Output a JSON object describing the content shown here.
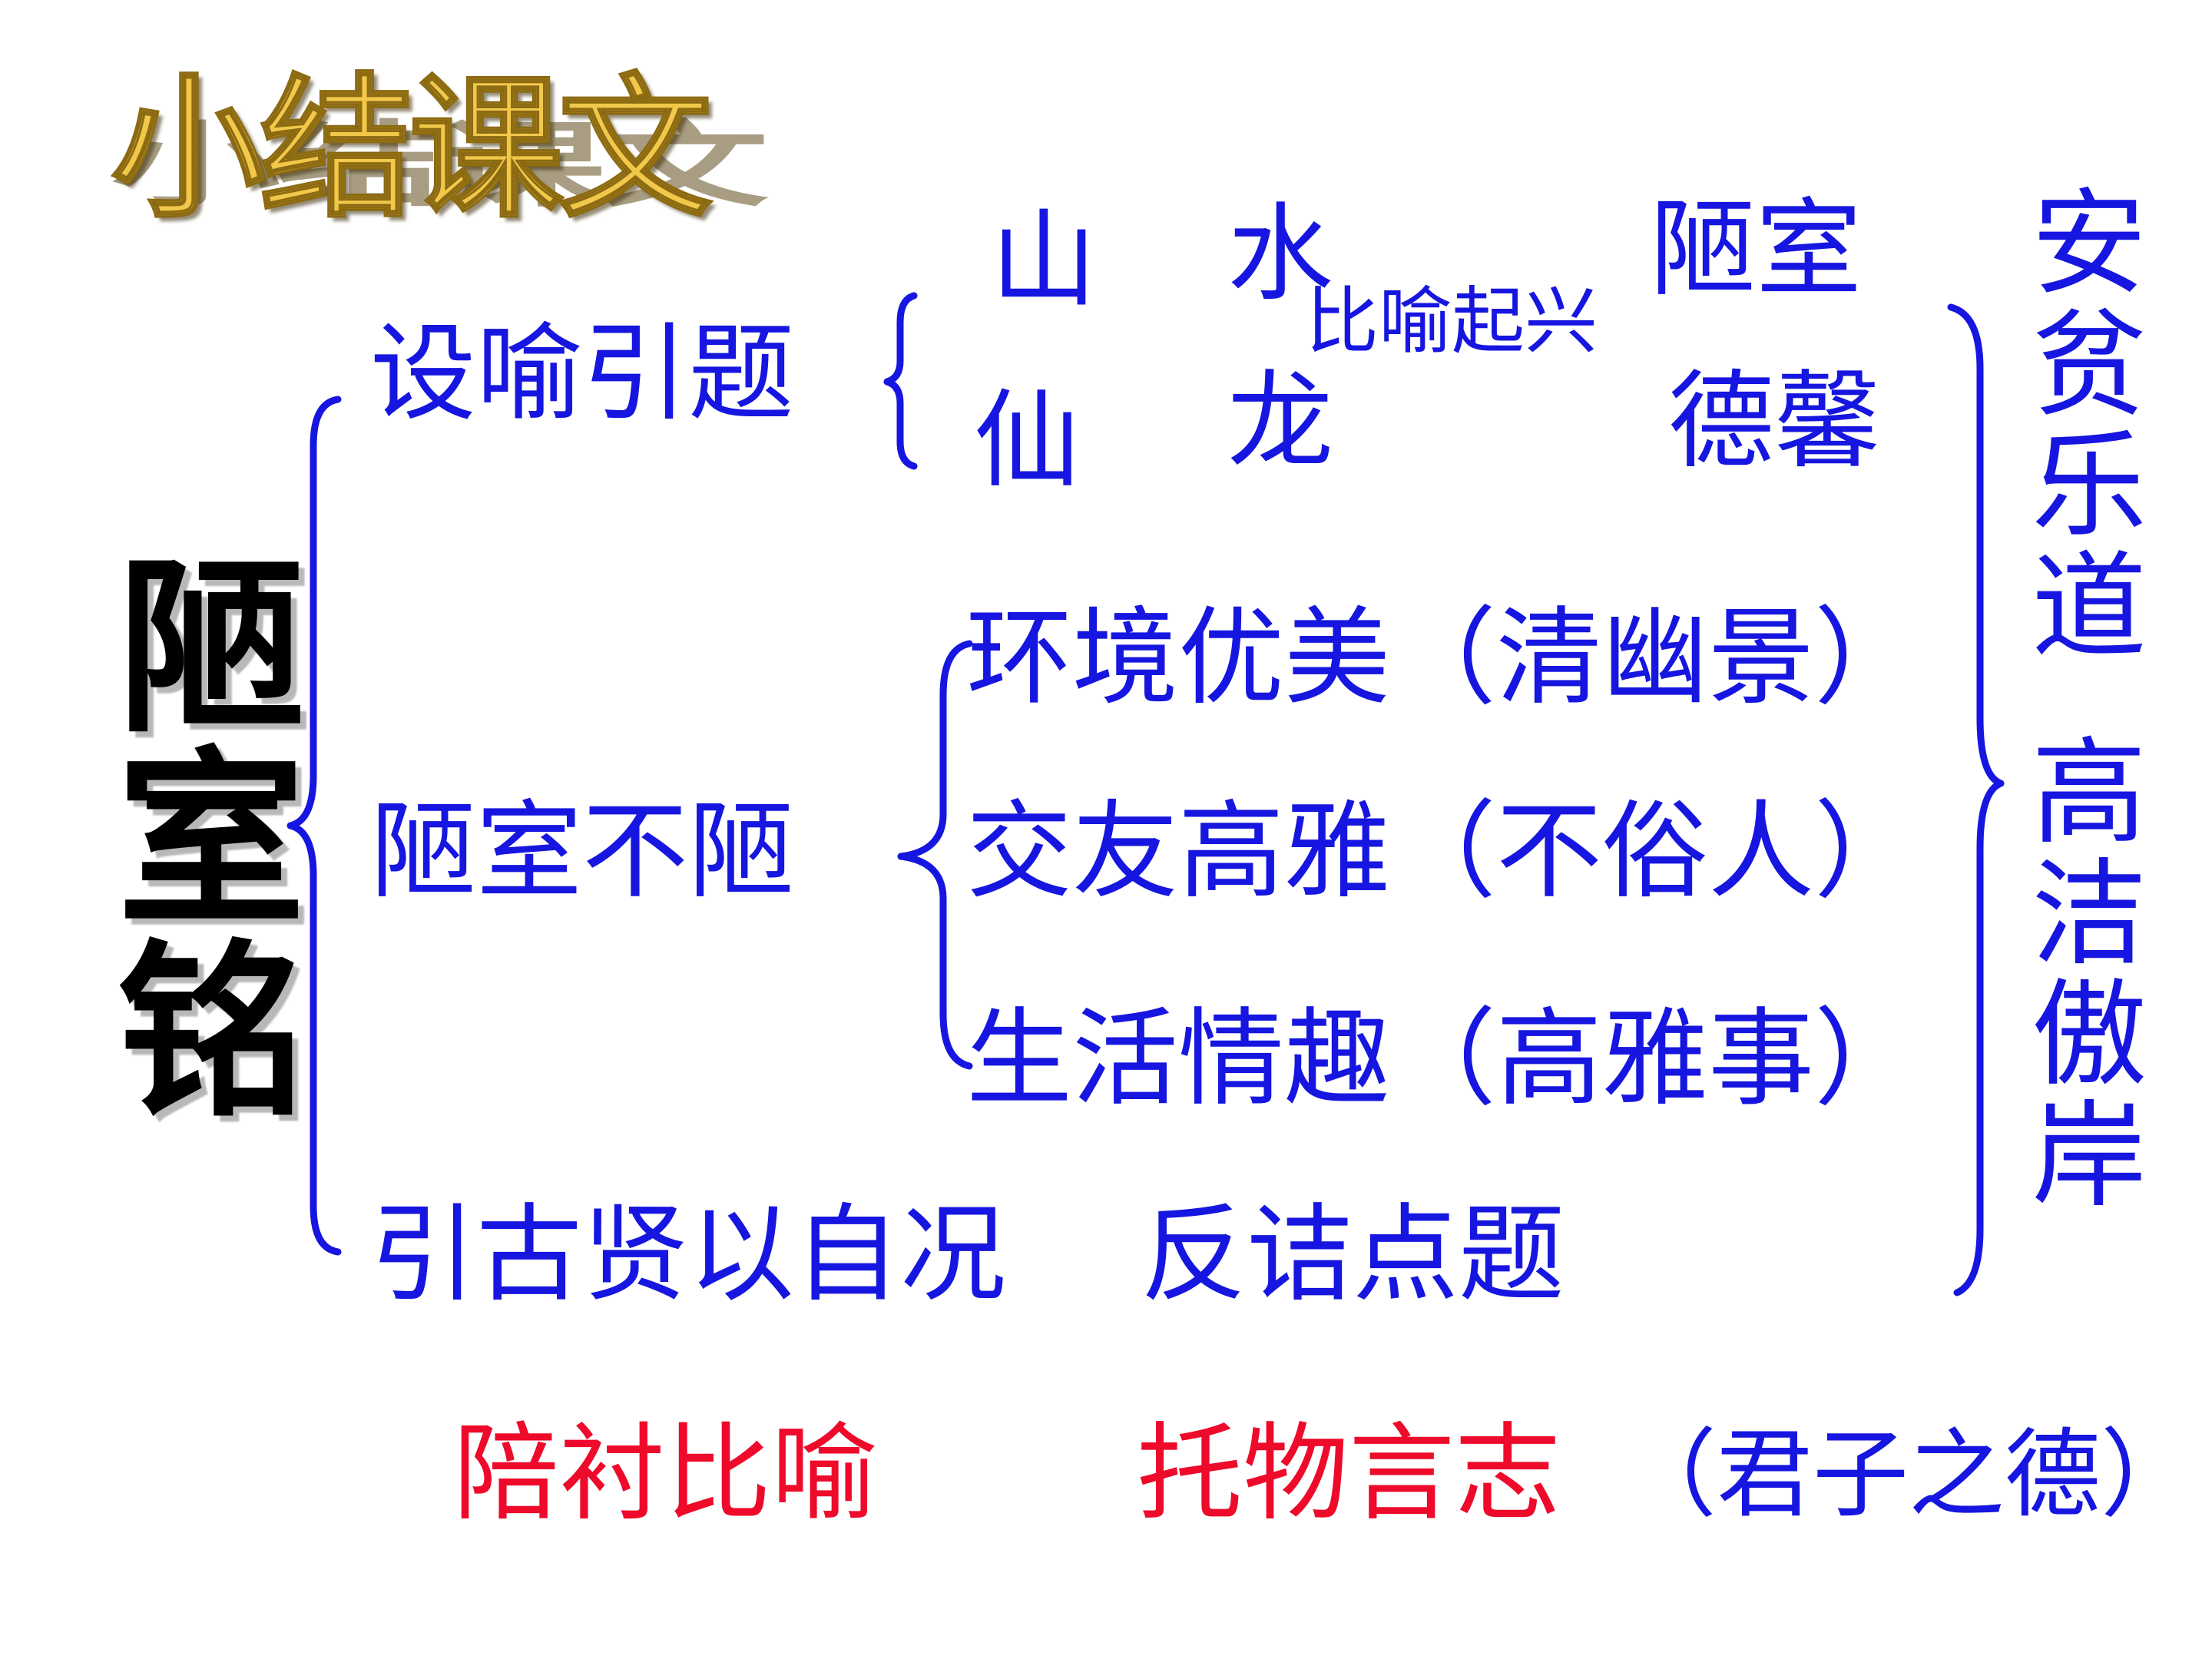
{
  "title": "小结课文",
  "main_topic": [
    "陋",
    "室",
    "铭"
  ],
  "sections": {
    "intro": "设喻引题",
    "intro_rows": {
      "row1_a": "山",
      "row1_b": "水",
      "row1_c": "陋室",
      "middle": "比喻起兴",
      "row2_a": "仙",
      "row2_b": "龙",
      "row2_c": "德馨"
    },
    "body": "陋室不陋",
    "body_items": [
      "环境优美（清幽景）",
      "交友高雅（不俗人）",
      "生活情趣（高雅事）"
    ],
    "ending_left": "引古贤以自况",
    "ending_right": "反诘点题"
  },
  "themes": {
    "first": [
      "安",
      "贫",
      "乐",
      "道"
    ],
    "second": [
      "高",
      "洁",
      "傲",
      "岸"
    ]
  },
  "techniques": {
    "first": "陪衬比喻",
    "second": "托物言志",
    "note": "（君子之德）"
  },
  "colors": {
    "text": "#1616e0",
    "accent": "#ee0a2a",
    "title": "#f1c84a"
  }
}
